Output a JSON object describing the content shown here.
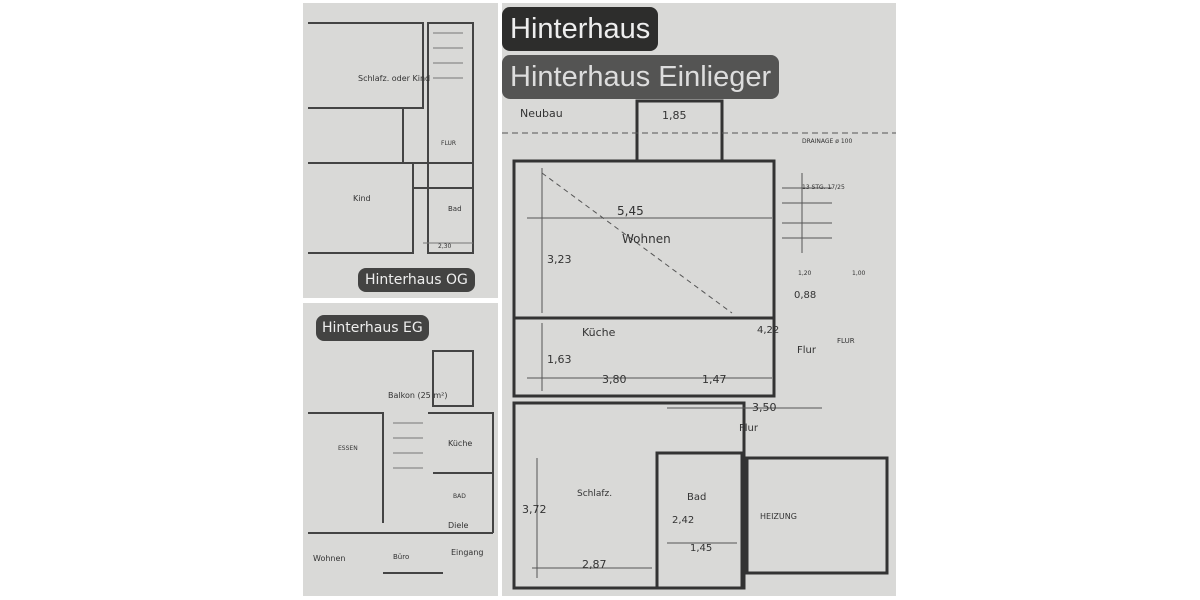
{
  "panels": {
    "og": {
      "label": "Hinterhaus OG",
      "rooms": [
        "Schlafz. oder Kind",
        "Kind",
        "Bad",
        "FLUR"
      ],
      "dims": [
        "2,30"
      ]
    },
    "eg": {
      "label": "Hinterhaus EG",
      "rooms": [
        "Balkon (25 m²)",
        "ESSEN",
        "Küche",
        "Diele",
        "Eingang",
        "Wohnen",
        "Büro",
        "BAD"
      ]
    },
    "einlieger": {
      "label_back": "Hinterhaus Einlieger",
      "label_front": "Hinterhaus",
      "rooms": [
        "Wohnen",
        "Küche",
        "Flur",
        "Flur",
        "Schlafz.",
        "Bad",
        "HEIZUNG",
        "FLUR",
        "Neubau"
      ],
      "dims": [
        "1,85",
        "5,45",
        "3,23",
        "1,63",
        "3,80",
        "1,47",
        "4,22",
        "0,88",
        "3,50",
        "3,72",
        "2,87",
        "2,42",
        "1,45",
        "1,20",
        "1,00"
      ],
      "notes": [
        "DRAINAGE ø 100",
        "13 STG. 17/25"
      ]
    }
  },
  "colors": {
    "paper": "#d9d9d7",
    "ink": "#333333",
    "badge": "#2a2a2a"
  }
}
